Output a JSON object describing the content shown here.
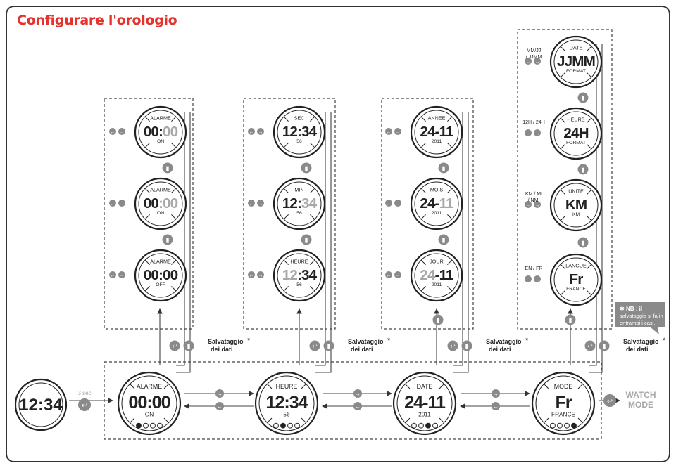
{
  "title": "Configurare l'orologio",
  "start_watch": {
    "time": "12:34"
  },
  "hold_label": "3 sec",
  "save_label_1": "Salvataggio",
  "save_label_2": "dei dati",
  "asterisk": "*",
  "watch_mode_1": "WATCH",
  "watch_mode_2": "MODE",
  "nb": {
    "label": "NB :",
    "line1": "il",
    "line2": "salvataggio si fa in",
    "line3": "entrambi i casi."
  },
  "main_faces": [
    {
      "top": "ALARME",
      "big1": "00:00",
      "big2": "",
      "sub": "ON"
    },
    {
      "top": "HEURE",
      "big1": "12:34",
      "big2": "",
      "sub": "56"
    },
    {
      "top": "DATE",
      "big1": "24-11",
      "big2": "",
      "sub": "2011"
    },
    {
      "top": "MODE",
      "big1": "Fr",
      "big2": "",
      "sub": "FRANCE"
    }
  ],
  "columns": [
    [
      {
        "top": "ALARME",
        "big1": "00:",
        "big2": "00",
        "sub": "ON",
        "opt": ""
      },
      {
        "top": "ALARME",
        "big1": "00",
        "big2": ":00",
        "sub": "ON",
        "opt": ""
      },
      {
        "top": "ALARME",
        "big1": "00:00",
        "big2": "",
        "sub": "OFF",
        "opt": ""
      }
    ],
    [
      {
        "top": "SEC",
        "big1": "12:34",
        "big2": "",
        "sub": "56",
        "opt": ""
      },
      {
        "top": "MIN",
        "big1": "12:",
        "big2": "34",
        "sub": "56",
        "opt": ""
      },
      {
        "top": "HEURE",
        "big1": "12",
        "big2": ":34",
        "sub": "56",
        "opt": ""
      }
    ],
    [
      {
        "top": "ANNEE",
        "big1": "24-11",
        "big2": "",
        "sub": "2011",
        "opt": ""
      },
      {
        "top": "MOIS",
        "big1": "24-",
        "big2": "11",
        "sub": "2011",
        "opt": ""
      },
      {
        "top": "JOUR",
        "big1": "24",
        "big2": "-11",
        "sub": "2011",
        "opt": ""
      }
    ],
    [
      {
        "top": "DATE",
        "big1": "JJMM",
        "big2": "",
        "sub": "FORMAT",
        "opt": "MM/JJ\n/ JJMM"
      },
      {
        "top": "HEURE",
        "big1": "24H",
        "big2": "",
        "sub": "FORMAT",
        "opt": "12H / 24H"
      },
      {
        "top": "UNITE",
        "big1": "KM",
        "big2": "",
        "sub": "KM",
        "opt": "KM / MI\n/ NMI"
      },
      {
        "top": "LANGUE",
        "big1": "Fr",
        "big2": "",
        "sub": "FRANCE",
        "opt": "EN / FR"
      }
    ]
  ]
}
